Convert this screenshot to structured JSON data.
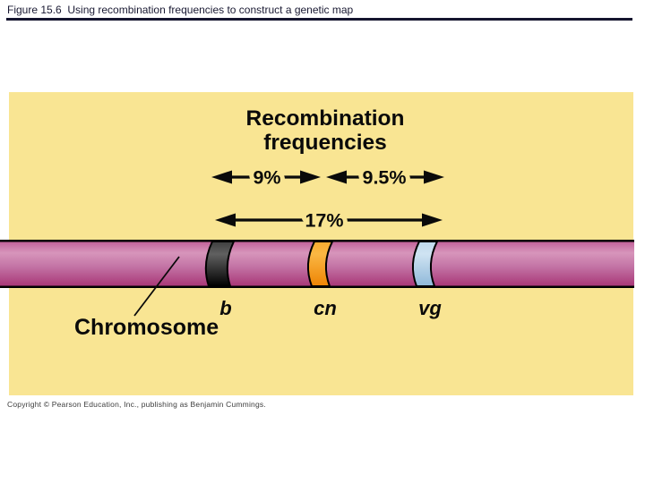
{
  "header": {
    "title": "Figure 15.6  Using recombination frequencies to construct a genetic map"
  },
  "panel": {
    "background": "#F9E593",
    "heading": {
      "line1": "Recombination",
      "line2": "frequencies"
    }
  },
  "map": {
    "interval_b_cn": "9%",
    "interval_cn_vg": "9.5%",
    "interval_b_vg": "17%"
  },
  "chromosome": {
    "label": "Chromosome",
    "body": {
      "top": "#C2639A",
      "light": "#D795BB",
      "mid": "#C475A6",
      "bottom": "#A93878"
    },
    "genes": [
      {
        "label": "b",
        "color_top": "#3E3E3E",
        "color_light": "#606060",
        "color_bottom": "#000000"
      },
      {
        "label": "cn",
        "color_top": "#F9AC30",
        "color_light": "#FAB743",
        "color_bottom": "#EE8404"
      },
      {
        "label": "vg",
        "color_top": "#BFD9EC",
        "color_light": "#CFE3F2",
        "color_bottom": "#8FB8D9"
      }
    ]
  },
  "footer": {
    "copyright": "Copyright © Pearson Education, Inc., publishing as Benjamin Cummings."
  }
}
